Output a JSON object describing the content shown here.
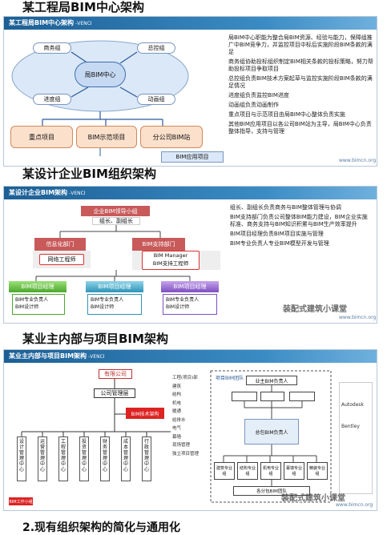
{
  "section1": {
    "heading": "某工程局BIM中心架构",
    "bar_title": "某工程局BIM中心架构",
    "bar_sub": "-VENCI",
    "center": "局BIM中心",
    "nodes": [
      "商务组",
      "总控组",
      "进度组",
      "动画组"
    ],
    "projects": [
      "重点项目",
      "BIM示范项目",
      "分公司BIM站"
    ],
    "bottom": "BIM应用项目",
    "paragraphs": [
      "局BIM中心职能为整合局BIM资源、经验与能力，保障组推广中BIM竞争力，并监控项目中标后实施阶段BIM条款的满足",
      "商务组协助投标组织制定BIM相关条款的投标策略，努力帮助投标项目争取项目",
      "总控组负责BIM技术方案起草与监控实施阶段BIM条款的满足情况",
      "进度组负责监控BIM进度",
      "动画组负责动画制作",
      "重点项目与示范项目由局BIM中心整体负责实施",
      "其他BIM应用项目以各公司BIM站为主导，局BIM中心负责整体指导，支持与管理"
    ]
  },
  "section2": {
    "heading": "某设计企业BIM组织架构",
    "bar_title": "某设计企业BIM架构",
    "bar_sub": "-VENCI",
    "top": "企业BIM领导小组",
    "leads": "组长、副组长",
    "dept1": "信息化部门",
    "dept2": "BIM支持部门",
    "eng": "网络工程师",
    "mgr1": "BIM Manager",
    "mgr2": "BIM支持工程师",
    "projects": [
      "BIM项目经理",
      "BIM项目经理",
      "BIM项目经理"
    ],
    "proj_roles": [
      "BIM专业负责人",
      "BIM设计师"
    ],
    "paragraphs": [
      "组长、副组长负责商务与BIM整体管理与协调",
      "BIM支持部门负责公司整体BIM能力建设，BIM企业实施标准、商务支持与BIM知识积累与BIM生产效率提升",
      "BIM项目经理负责BIM项目实施与管理",
      "BIM专业负责人专业BIM模型开发与管理"
    ]
  },
  "section3": {
    "heading": "某业主内部与项目BIM架构",
    "bar_title": "某业主内部与项目BIM架构",
    "bar_sub": "-VENCI",
    "top_box": "有限公司",
    "mid_box": "公司管理层",
    "red_box": "BIM技术架构",
    "columns": [
      "设计管理中心",
      "运营管理中心",
      "工程管理中心",
      "投资管理中心",
      "财务管理中心",
      "成本管理中心",
      "行政管理中心"
    ],
    "bottom_left": "BIM工作小组",
    "left_list": [
      "工程(项目)部",
      "建筑",
      "结构",
      "机电",
      "暖通",
      "给排水",
      "电气",
      "幕墙",
      "现场管理",
      "独立项目管理"
    ],
    "right_list": [
      "Autodesk",
      "Bentley"
    ],
    "center_top": "业主BIM负责人",
    "center_title": "项目BIM团队",
    "center_mid": "总包BIM负责人",
    "center_subs": [
      "建筑专业组",
      "结构专业组",
      "机电专业组",
      "幕墙专业组",
      "精装专业组"
    ],
    "center_bottom": "各分包BIM团队"
  },
  "watermark": {
    "brand": "装配式建筑小课堂",
    "url": "www.bimcn.org"
  },
  "footer_heading": "2.现有组织架构的简化与通用化"
}
